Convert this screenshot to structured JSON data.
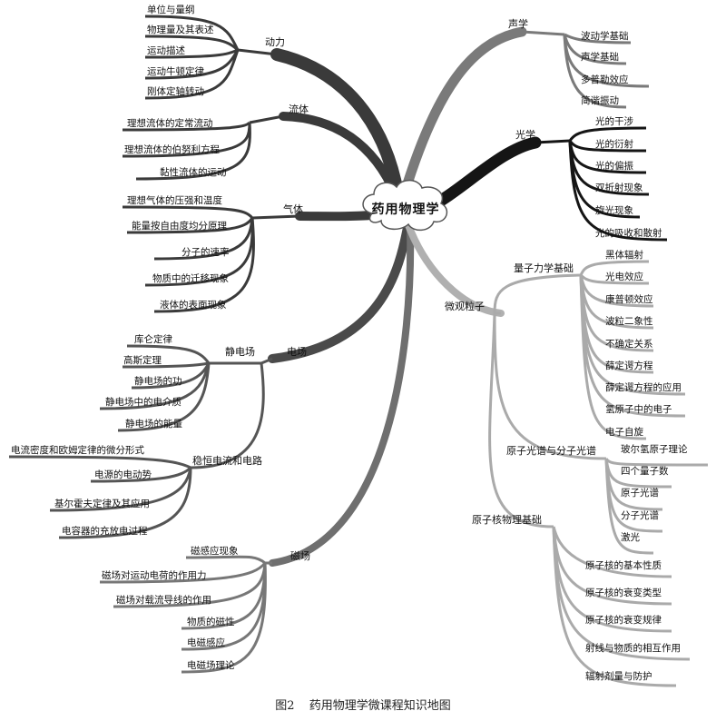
{
  "center": "药用物理学",
  "caption": {
    "fig": "图2",
    "title": "药用物理学微课程知识地图"
  },
  "colors": {
    "dark": "#3a3a3a",
    "black": "#151515",
    "mid": "#6f6f6f",
    "light": "#a8a8a8",
    "pale": "#c4c4c4"
  },
  "branches": {
    "dongli": {
      "label": "动力",
      "items": [
        "单位与量纲",
        "物理量及其表述",
        "运动描述",
        "运动牛顿定律",
        "刚体定轴转动"
      ]
    },
    "liuti": {
      "label": "流体",
      "items": [
        "理想流体的定常流动",
        "理想流体的伯努利方程",
        "黏性流体的运动"
      ]
    },
    "qiti": {
      "label": "气体",
      "items": [
        "理想气体的压强和温度",
        "能量按自由度均分原理",
        "分子的速率",
        "物质中的迁移现象",
        "液体的表面现象"
      ]
    },
    "diancHang": {
      "label": "电场",
      "jingdian": {
        "label": "静电场",
        "items": [
          "库仑定律",
          "高斯定理",
          "静电场的功",
          "静电场中的电介质",
          "静电场的能量"
        ]
      },
      "hengding": {
        "label": "稳恒电流和电路",
        "items": [
          "电流密度和欧姆定律的微分形式",
          "电源的电动势",
          "基尔霍夫定律及其应用",
          "电容器的充放电过程"
        ]
      }
    },
    "cichang": {
      "label": "磁场",
      "items": [
        "磁感应现象",
        "磁场对运动电荷的作用力",
        "磁场对载流导线的作用",
        "物质的磁性",
        "电磁感应",
        "电磁场理论"
      ]
    },
    "shengxue": {
      "label": "声学",
      "items": [
        "波动学基础",
        "声学基础",
        "多普勒效应",
        "简谐振动"
      ]
    },
    "guangxue": {
      "label": "光学",
      "items": [
        "光的干涉",
        "光的衍射",
        "光的偏振",
        "双折射现象",
        "旋光现象",
        "光的吸收和散射"
      ]
    },
    "weiguan": {
      "label": "微观粒子",
      "liangzi": {
        "label": "量子力学基础",
        "items": [
          "黑体辐射",
          "光电效应",
          "康普顿效应",
          "波粒二象性",
          "不确定关系",
          "薛定谔方程",
          "薛定谔方程的应用",
          "氢原子中的电子",
          "电子自旋"
        ]
      },
      "guangpu": {
        "label": "原子光谱与分子光谱",
        "items": [
          "玻尔氢原子理论",
          "四个量子数",
          "原子光谱",
          "分子光谱",
          "激光"
        ]
      },
      "hewuli": {
        "label": "原子核物理基础",
        "items": [
          "原子核的基本性质",
          "原子核的衰变类型",
          "原子核的衰变规律",
          "射线与物质的相互作用",
          "辐射剂量与防护"
        ]
      }
    }
  }
}
